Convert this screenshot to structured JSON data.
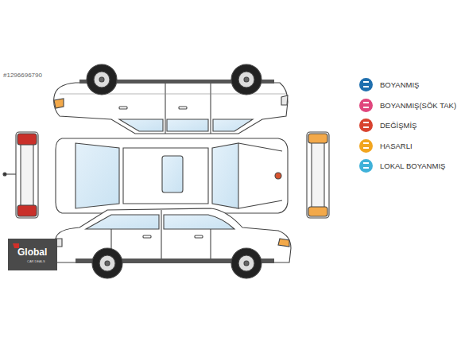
{
  "diagram": {
    "labels": [
      "#1296696790",
      "Global",
      "CAR DEALS"
    ],
    "legend": [
      {
        "text": "BOYANMIŞ",
        "color": "#1f6fae"
      },
      {
        "text": "BOYANMIŞ(SÖK TAK)",
        "color": "#e0467d"
      },
      {
        "text": "DEĞİŞMİŞ",
        "color": "#d8422f"
      },
      {
        "text": "HASARLI",
        "color": "#f2a51f"
      },
      {
        "text": "LOKAL BOYANMIŞ",
        "color": "#3fb1d9"
      }
    ]
  }
}
